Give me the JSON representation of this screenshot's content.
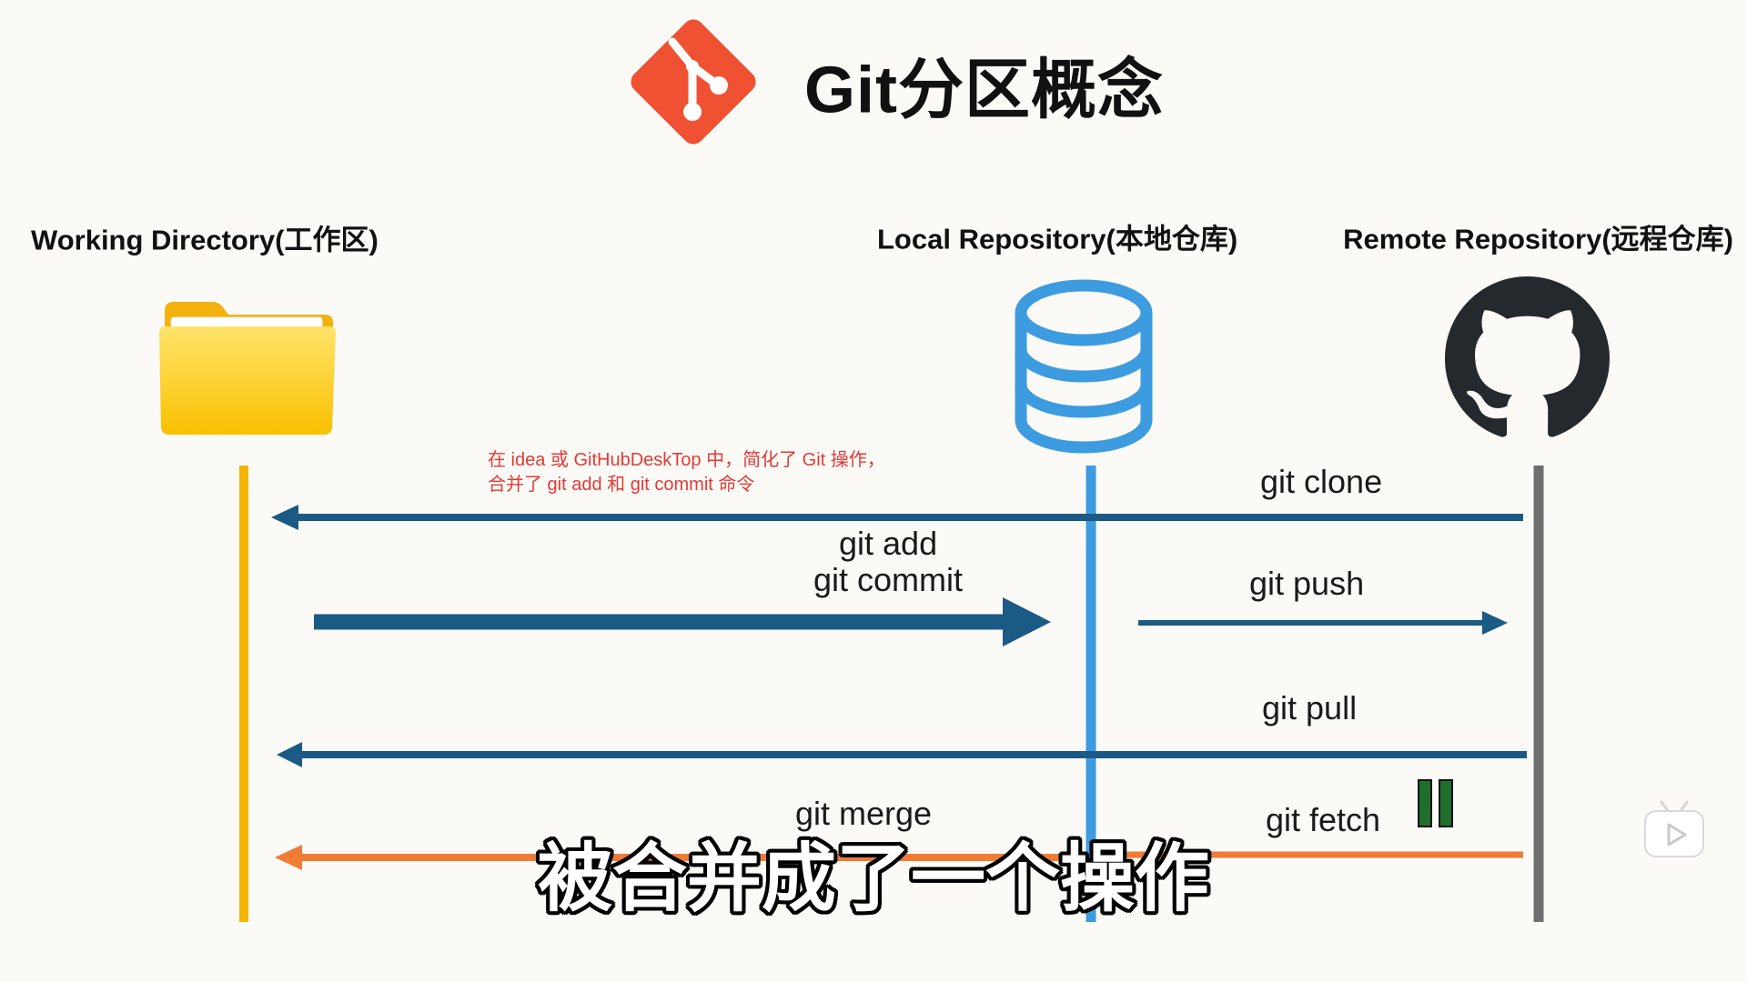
{
  "title": {
    "text": "Git分区概念",
    "logo_icon": "git-logo-icon"
  },
  "columns": [
    {
      "label": "Working Directory(工作区)",
      "icon": "folder-icon"
    },
    {
      "label": "Local Repository(本地仓库)",
      "icon": "database-icon"
    },
    {
      "label": "Remote Repository(远程仓库)",
      "icon": "github-icon"
    }
  ],
  "note": {
    "lines": [
      "在 idea 或 GitHubDeskTop 中，简化了 Git 操作，",
      "合并了 git add 和 git commit 命令"
    ]
  },
  "commands": {
    "clone": "git clone",
    "add": "git add",
    "commit": "git commit",
    "push": "git push",
    "pull": "git pull",
    "merge": "git merge",
    "fetch": "git fetch"
  },
  "subtitle": "被合并成了一个操作",
  "player": {
    "icon": "bilibili-play-icon"
  },
  "colors": {
    "git_logo": "#f05133",
    "working_line": "#f5b400",
    "local_line": "#3d9be0",
    "remote_line": "#6e6e6e",
    "arrow_blue": "#1b5a85",
    "arrow_orange": "#ef7b35",
    "note_text": "#e53935",
    "marker_green": "#1f6e2c",
    "github": "#24292e",
    "database": "#3d9be0"
  }
}
